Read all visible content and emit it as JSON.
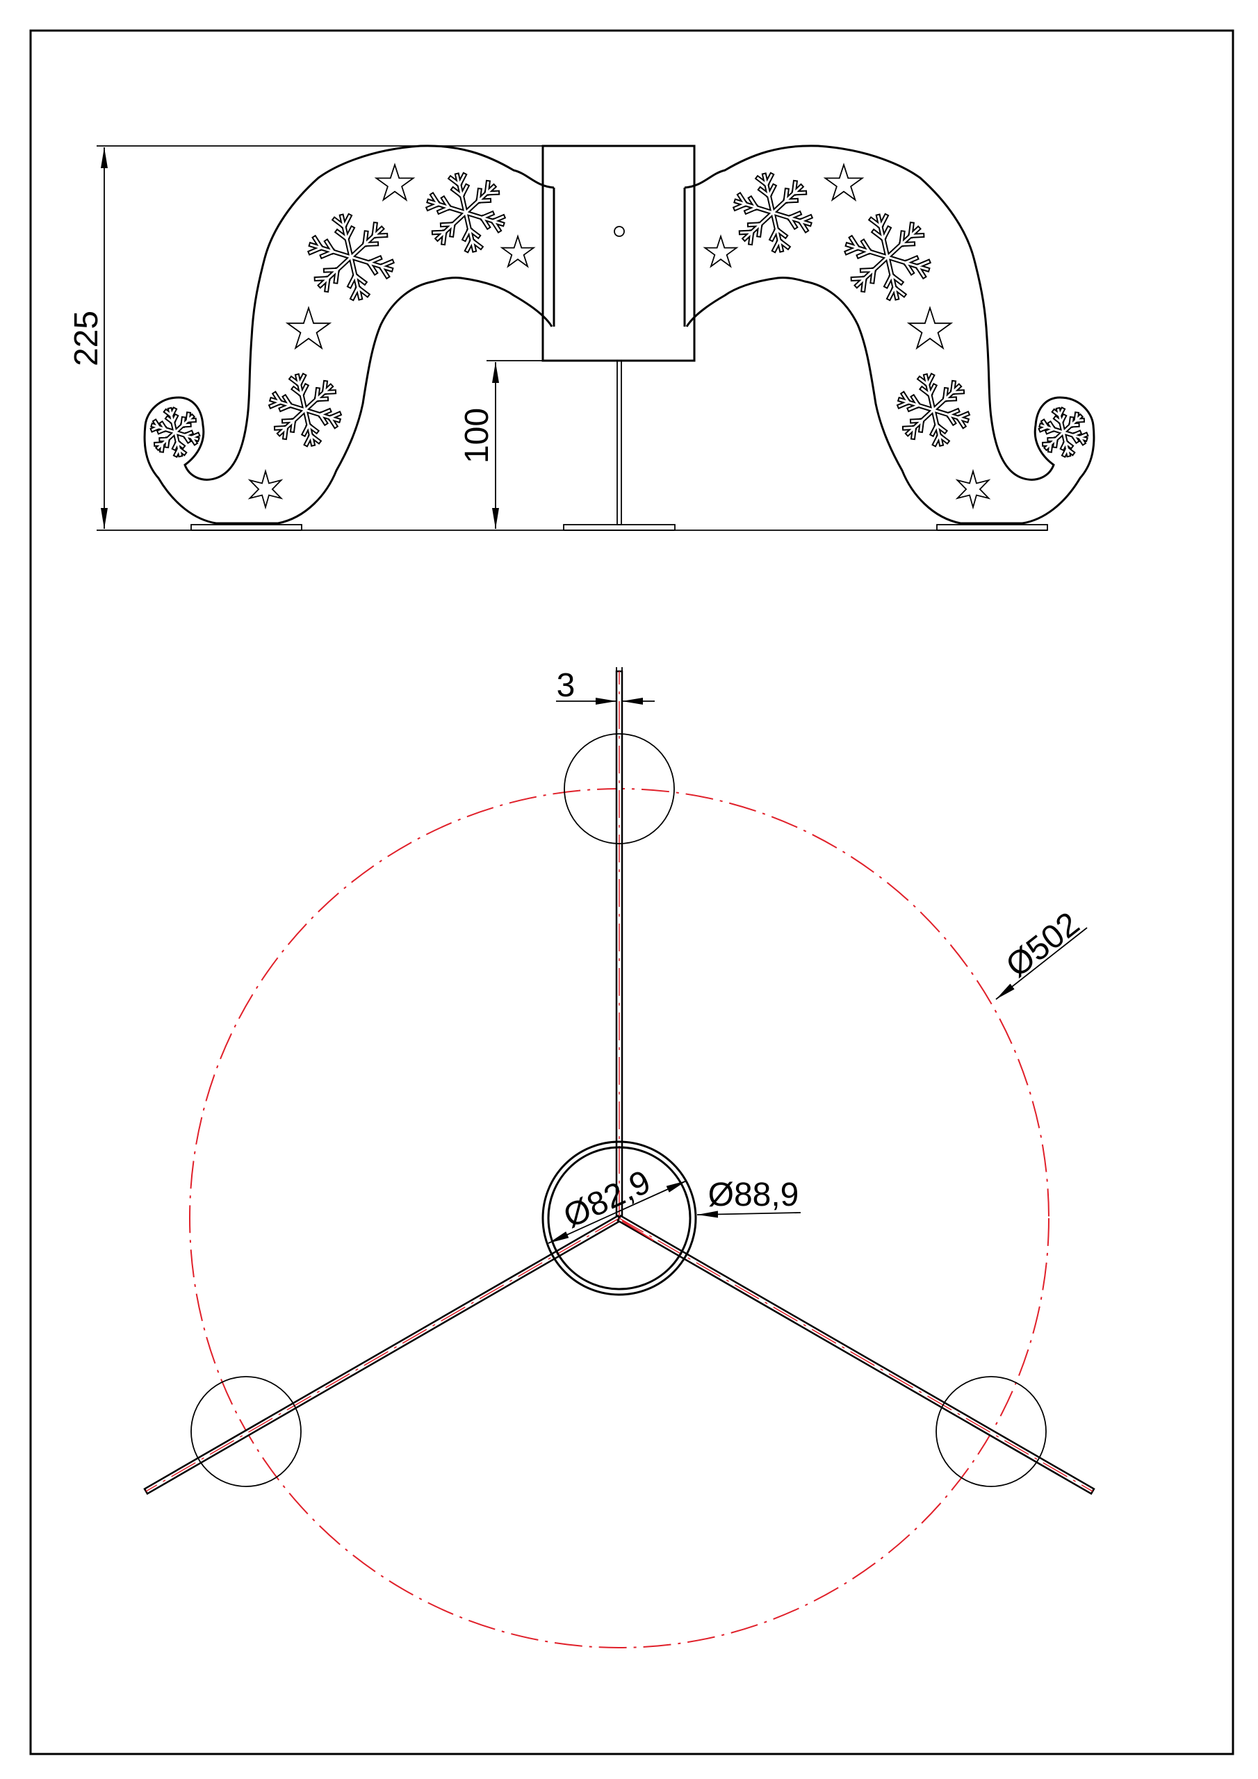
{
  "front_view": {
    "dim_height_total": "225",
    "dim_height_box_bottom": "100"
  },
  "top_view": {
    "dim_plate_thickness": "3",
    "dim_circle_diameter": "Ø502",
    "dim_tube_inner": "Ø82,9",
    "dim_tube_outer": "Ø88,9"
  },
  "colors": {
    "line": "#000000",
    "center_line": "#e0202a"
  }
}
